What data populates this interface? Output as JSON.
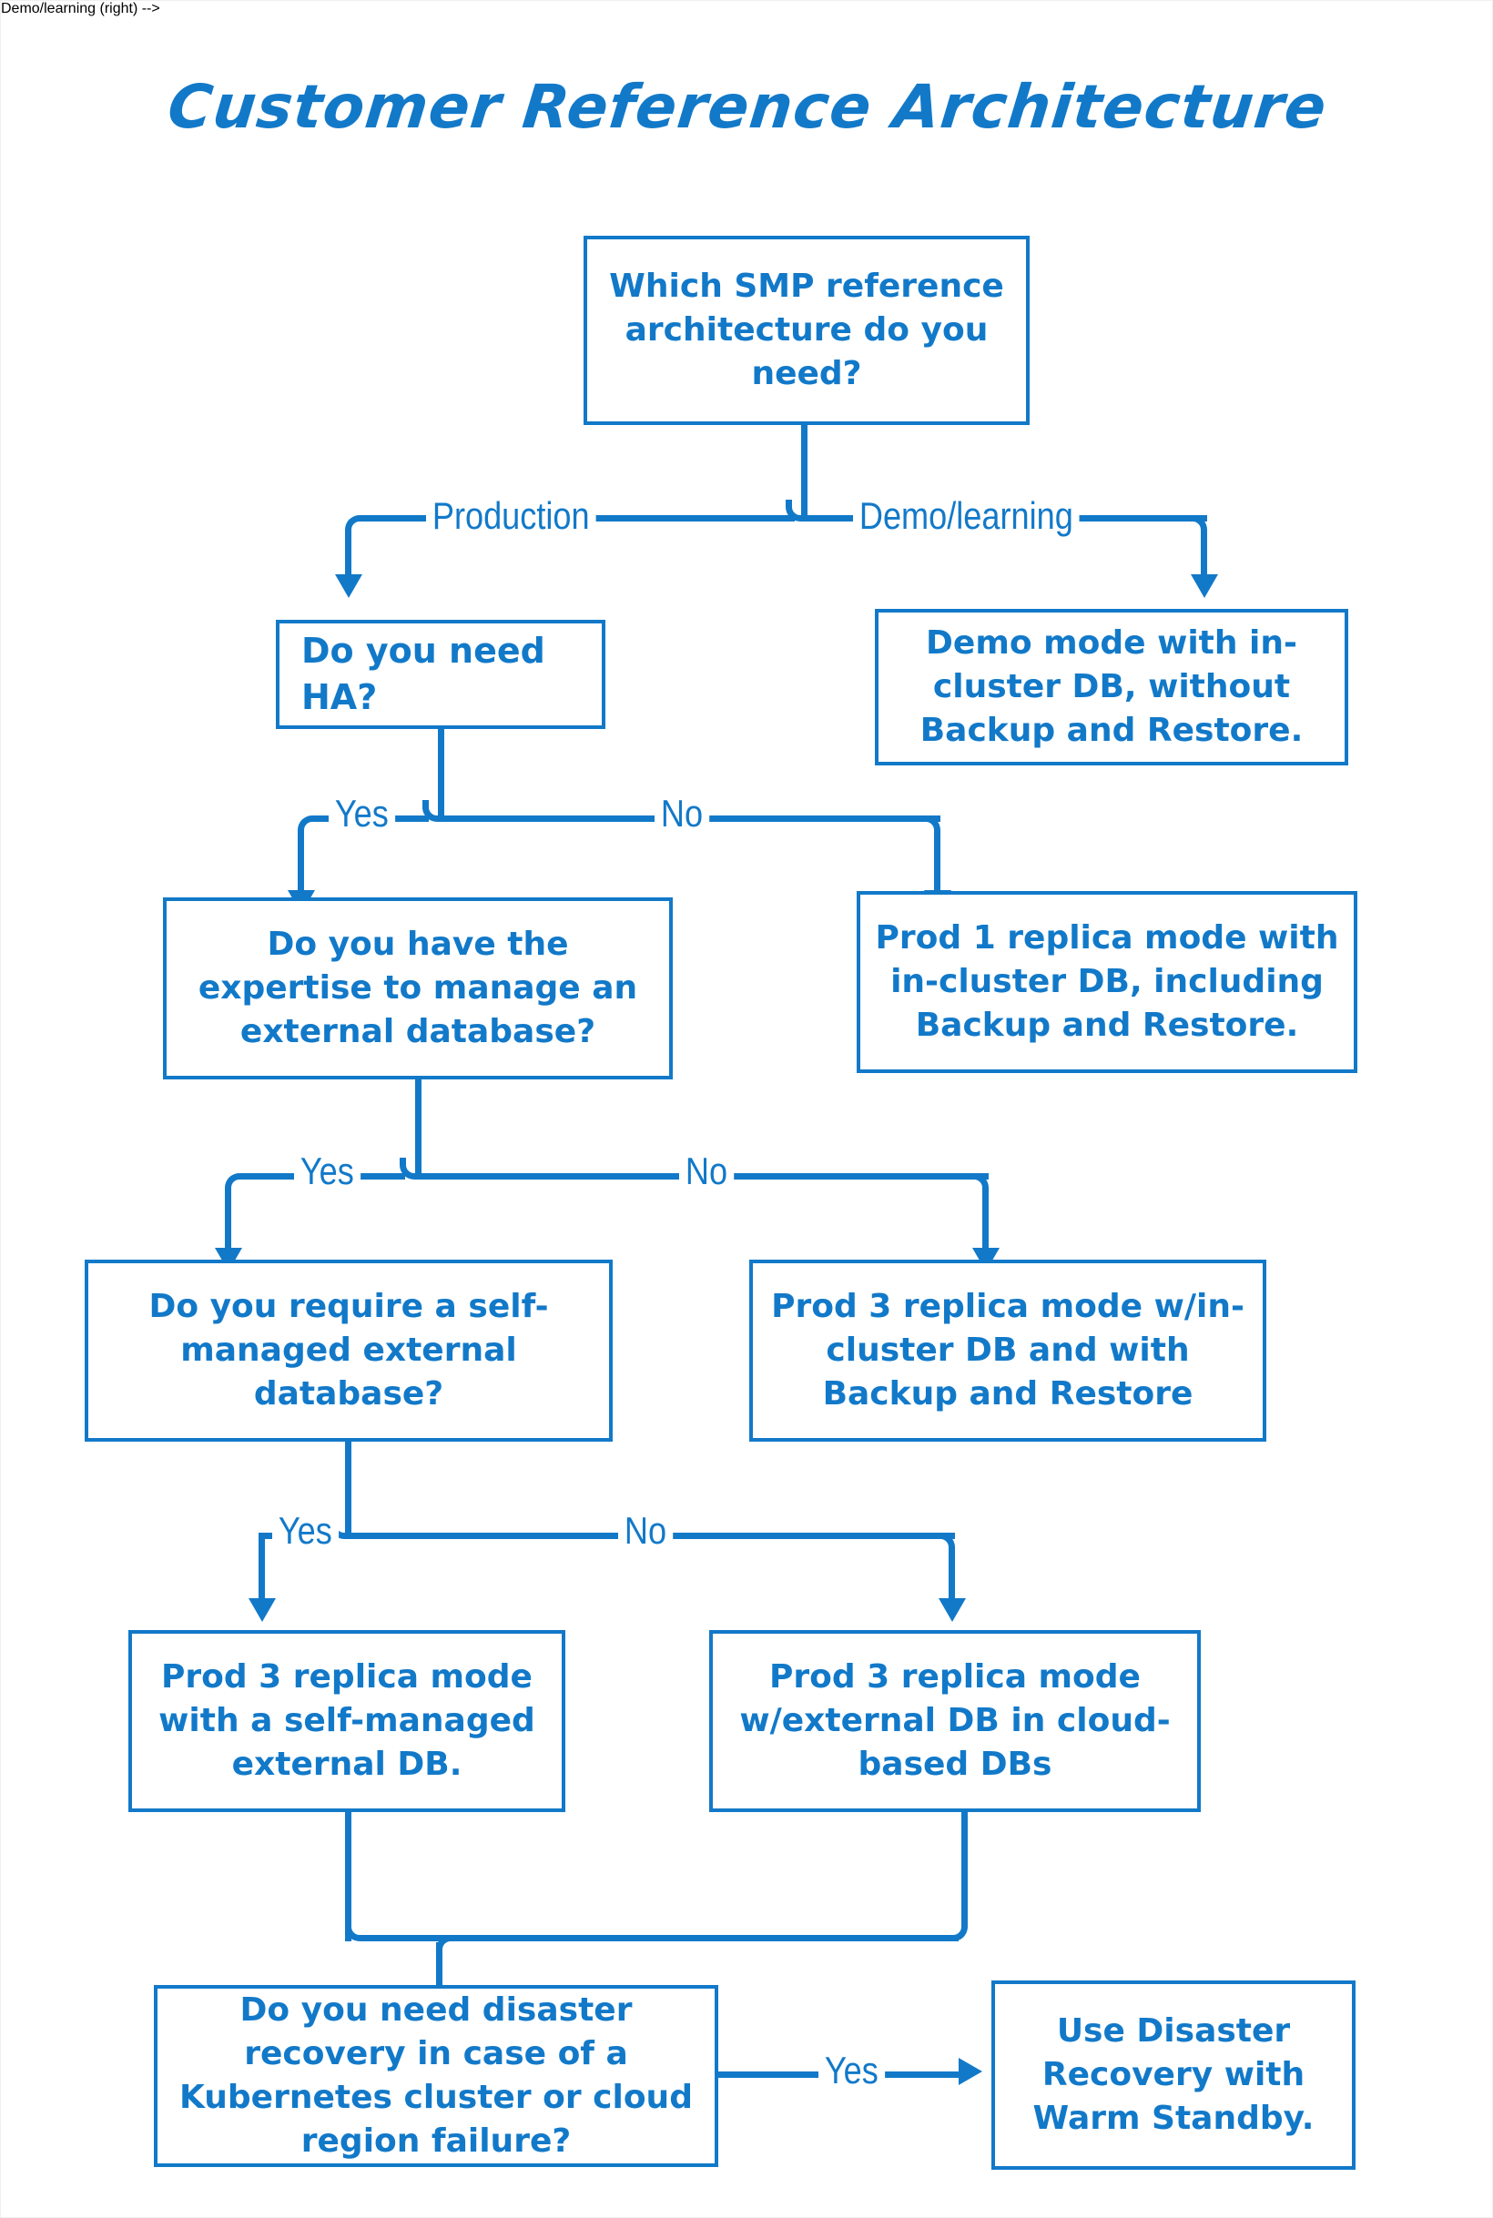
{
  "page": {
    "title": "Customer Reference Architecture",
    "accent_color": "#1279c9",
    "background_color": "#ffffff"
  },
  "nodes": {
    "q_root": {
      "text": "Which SMP reference architecture do you need?"
    },
    "demo_result": {
      "text": "Demo mode with in-cluster DB, without Backup and Restore."
    },
    "q_ha": {
      "text": "Do you need HA?"
    },
    "prod1_result": {
      "text": "Prod 1 replica mode with in-cluster DB, including Backup and Restore."
    },
    "q_expertise": {
      "text": "Do you have the expertise to manage an external database?"
    },
    "prod3_incluster_result": {
      "text": "Prod 3 replica mode w/in-cluster DB and with Backup and Restore"
    },
    "q_selfmanaged": {
      "text": "Do you require a self-managed external database?"
    },
    "prod3_selfmanaged_result": {
      "text": "Prod 3 replica mode with a self-managed external DB."
    },
    "prod3_cloud_result": {
      "text": "Prod 3 replica mode w/external DB in cloud-based DBs"
    },
    "q_dr": {
      "text": "Do you need disaster recovery in case of a Kubernetes cluster or cloud region failure?"
    },
    "dr_result": {
      "text": "Use Disaster Recovery with Warm Standby."
    }
  },
  "edge_labels": {
    "production": "Production",
    "demo_learning": "Demo/learning",
    "ha_yes": "Yes",
    "ha_no": "No",
    "expertise_yes": "Yes",
    "expertise_no": "No",
    "selfmanaged_yes": "Yes",
    "selfmanaged_no": "No",
    "dr_yes": "Yes"
  },
  "flow": {
    "type": "decision-tree",
    "edges": [
      {
        "from": "q_root",
        "to": "q_ha",
        "label": "Production"
      },
      {
        "from": "q_root",
        "to": "demo_result",
        "label": "Demo/learning"
      },
      {
        "from": "q_ha",
        "to": "q_expertise",
        "label": "Yes"
      },
      {
        "from": "q_ha",
        "to": "prod1_result",
        "label": "No"
      },
      {
        "from": "q_expertise",
        "to": "q_selfmanaged",
        "label": "Yes"
      },
      {
        "from": "q_expertise",
        "to": "prod3_incluster_result",
        "label": "No"
      },
      {
        "from": "q_selfmanaged",
        "to": "prod3_selfmanaged_result",
        "label": "Yes"
      },
      {
        "from": "q_selfmanaged",
        "to": "prod3_cloud_result",
        "label": "No"
      },
      {
        "from": "prod3_selfmanaged_result",
        "to": "q_dr",
        "label": ""
      },
      {
        "from": "prod3_cloud_result",
        "to": "q_dr",
        "label": ""
      },
      {
        "from": "q_dr",
        "to": "dr_result",
        "label": "Yes"
      }
    ]
  }
}
